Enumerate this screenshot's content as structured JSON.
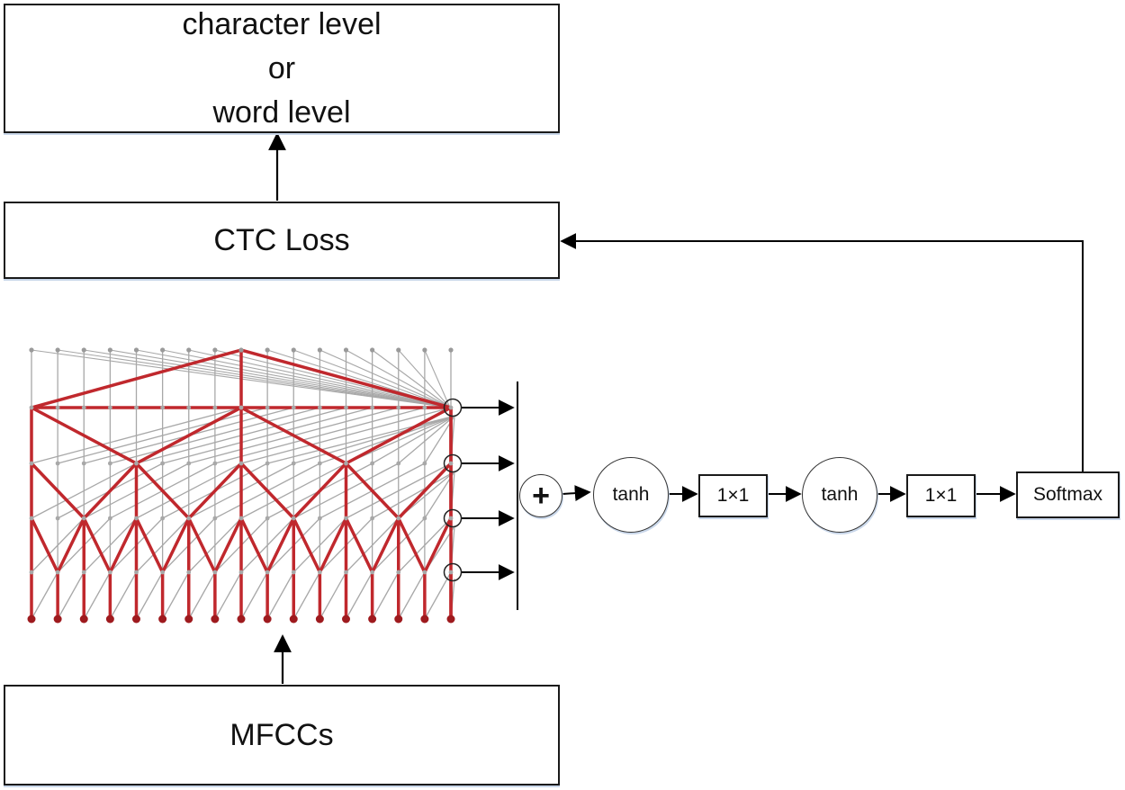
{
  "output_box": {
    "lines": [
      "character level",
      "or",
      "word level"
    ]
  },
  "ctc_box": {
    "label": "CTC Loss"
  },
  "mfcc_box": {
    "label": "MFCCs"
  },
  "pipeline": {
    "sum_symbol": "+",
    "tanh_1": "tanh",
    "conv_1": "1×1",
    "tanh_2": "tanh",
    "conv_2": "1×1",
    "softmax": "Softmax"
  },
  "colors": {
    "highlight_path": "#c0282d",
    "background_edges": "#a8a8a8",
    "border": "#1a1a1a"
  }
}
